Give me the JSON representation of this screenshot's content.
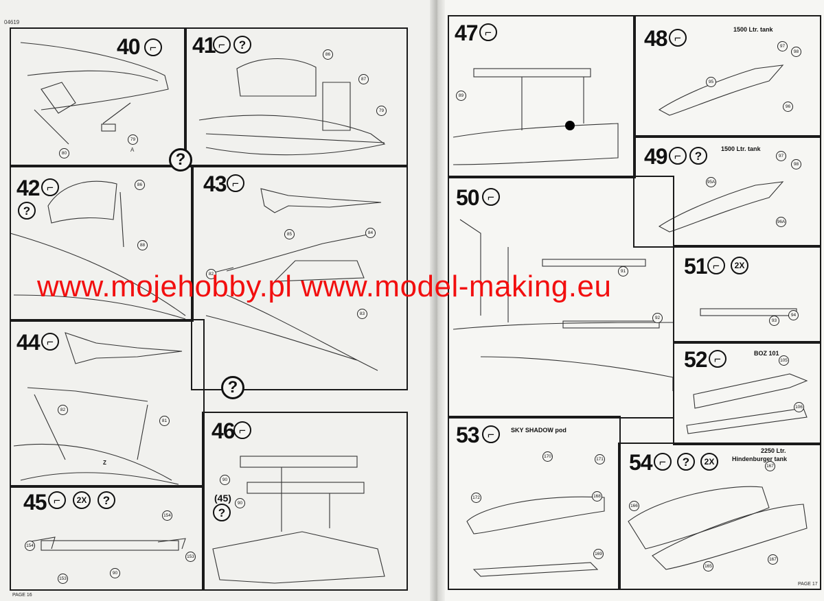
{
  "document": {
    "code": "04619",
    "left_page_label": "PAGE 16",
    "right_page_label": "PAGE 17"
  },
  "steps": [
    {
      "number": "40",
      "icons": [
        "glue-icon"
      ]
    },
    {
      "number": "41",
      "icons": [
        "glue-icon",
        "question-icon"
      ]
    },
    {
      "number": "42",
      "icons": [
        "glue-icon",
        "question-icon"
      ]
    },
    {
      "number": "43",
      "icons": [
        "glue-icon"
      ]
    },
    {
      "number": "44",
      "icons": [
        "glue-icon"
      ]
    },
    {
      "number": "45",
      "icons": [
        "glue-icon",
        "repeat-2x-icon",
        "question-icon"
      ]
    },
    {
      "number": "46",
      "icons": [
        "glue-icon"
      ]
    },
    {
      "number": "47",
      "icons": [
        "glue-icon"
      ]
    },
    {
      "number": "48",
      "icons": [
        "glue-icon"
      ],
      "title": "1500 Ltr. tank"
    },
    {
      "number": "49",
      "icons": [
        "glue-icon",
        "question-icon"
      ],
      "title": "1500 Ltr. tank"
    },
    {
      "number": "50",
      "icons": [
        "glue-icon"
      ]
    },
    {
      "number": "51",
      "icons": [
        "glue-icon",
        "repeat-2x-icon"
      ]
    },
    {
      "number": "52",
      "icons": [
        "glue-icon"
      ],
      "title": "BOZ 101"
    },
    {
      "number": "53",
      "icons": [
        "glue-icon"
      ],
      "title": "SKY SHADOW pod"
    },
    {
      "number": "54",
      "icons": [
        "glue-icon",
        "question-icon",
        "repeat-2x-icon"
      ],
      "title_line1": "2250 Ltr.",
      "title_line2": "Hindenburger tank"
    }
  ],
  "symbols": {
    "question": "?",
    "repeat": "2X",
    "option_45": "(45)"
  },
  "parts": {
    "s40": [
      "80",
      "79",
      "A"
    ],
    "s41": [
      "86",
      "87",
      "79"
    ],
    "s42": [
      "86",
      "88"
    ],
    "s43": [
      "85",
      "84",
      "82",
      "83"
    ],
    "s44": [
      "82",
      "81",
      "Z"
    ],
    "s45": [
      "154",
      "154",
      "153",
      "153",
      "90"
    ],
    "s46": [
      "90",
      "90"
    ],
    "s47": [
      "89"
    ],
    "s48": [
      "97",
      "98",
      "95",
      "96"
    ],
    "s49": [
      "97",
      "98",
      "95A",
      "96A"
    ],
    "s50": [
      "91",
      "92"
    ],
    "s51": [
      "93",
      "94"
    ],
    "s52": [
      "105",
      "106"
    ],
    "s53": [
      "170",
      "171",
      "172",
      "168",
      "169"
    ],
    "s54": [
      "167",
      "166",
      "165",
      "167"
    ]
  },
  "watermark": "www.mojehobby.pl www.model-making.eu",
  "colors": {
    "watermark": "#f20f0f",
    "ink": "#111111",
    "paper": "#f4f4f1"
  }
}
